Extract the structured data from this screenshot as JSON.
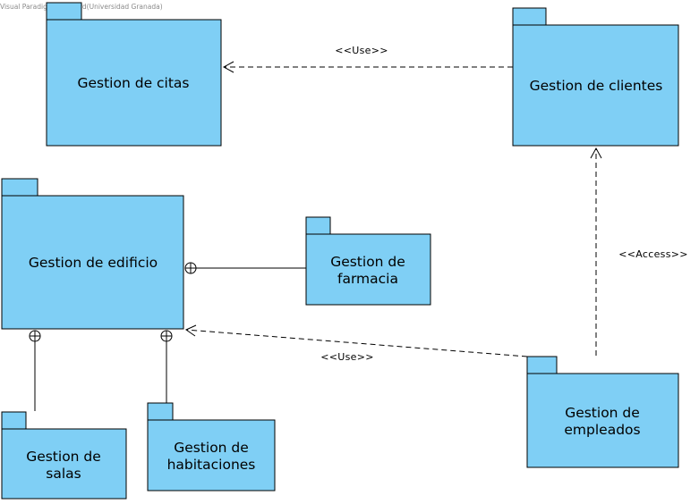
{
  "watermark": "Visual Paradigm Standard(Universidad Granada)",
  "colors": {
    "package_fill": "#7fcff5",
    "stroke": "#000000",
    "background": "#ffffff"
  },
  "packages": {
    "citas": {
      "label_lines": [
        "Gestion de citas"
      ]
    },
    "clientes": {
      "label_lines": [
        "Gestion de clientes"
      ]
    },
    "edificio": {
      "label_lines": [
        "Gestion de edificio"
      ]
    },
    "farmacia": {
      "label_lines": [
        "Gestion de",
        "farmacia"
      ]
    },
    "salas": {
      "label_lines": [
        "Gestion de",
        "salas"
      ]
    },
    "habitaciones": {
      "label_lines": [
        "Gestion de",
        "habitaciones"
      ]
    },
    "empleados": {
      "label_lines": [
        "Gestion de",
        "empleados"
      ]
    }
  },
  "relations": {
    "clientes_to_citas": {
      "stereotype": "<<Use>>"
    },
    "empleados_to_edificio": {
      "stereotype": "<<Use>>"
    },
    "empleados_to_clientes": {
      "stereotype": "<<Access>>"
    }
  }
}
